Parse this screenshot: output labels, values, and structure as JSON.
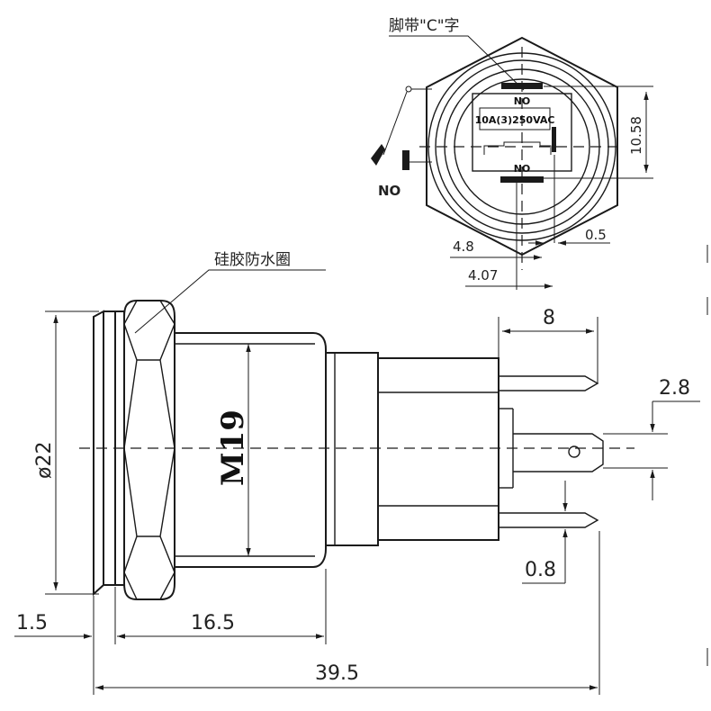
{
  "labels": {
    "pin_note": "脚带\"C\"字",
    "seal_note": "硅胶防水圈",
    "no_terminal_top": "NO",
    "no_terminal_bottom": "NO",
    "no_switch": "NO",
    "rating": "10A(3)250VAC",
    "thread": "M19"
  },
  "dimensions": {
    "diameter": "ø22",
    "bezel": "1.5",
    "body": "16.5",
    "total": "39.5",
    "pin_length": "8",
    "pin_width": "2.8",
    "pin_thickness": "0.8",
    "end_a": "4.8",
    "end_b": "4.07",
    "end_c": "0.5",
    "end_height": "10.58"
  },
  "colors": {
    "line": "#1a1a1a",
    "background": "#ffffff"
  }
}
